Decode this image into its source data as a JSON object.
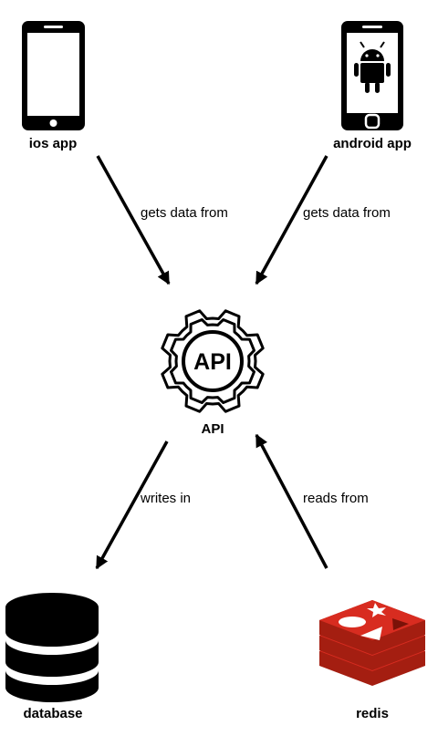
{
  "nodes": {
    "ios_app": {
      "label": "ios app"
    },
    "android_app": {
      "label": "android app"
    },
    "api": {
      "label": "API",
      "badge": "API"
    },
    "database": {
      "label": "database"
    },
    "redis": {
      "label": "redis"
    }
  },
  "edges": [
    {
      "from": "ios_app",
      "to": "api",
      "label": "gets data from"
    },
    {
      "from": "android_app",
      "to": "api",
      "label": "gets data from"
    },
    {
      "from": "api",
      "to": "database",
      "label": "writes in"
    },
    {
      "from": "redis",
      "to": "api",
      "label": "reads from"
    }
  ],
  "colors": {
    "stroke": "#000000",
    "redis": "#d82c20",
    "redis_dark": "#a41e11",
    "android_screen": "#ffffff"
  },
  "icons": {
    "ios_app": "smartphone-icon",
    "android_app": "android-phone-icon",
    "api": "gear-api-icon",
    "database": "database-icon",
    "redis": "redis-logo-icon"
  }
}
